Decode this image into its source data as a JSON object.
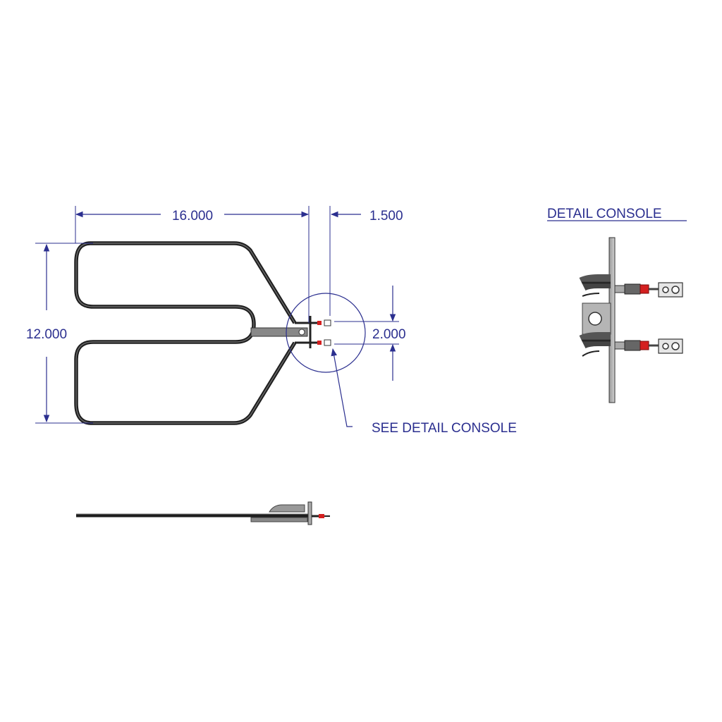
{
  "dimensions": {
    "width_label": "16.000",
    "height_label": "12.000",
    "terminal_offset_label": "1.500",
    "terminal_spacing_label": "2.000"
  },
  "callout": {
    "label": "SEE DETAIL CONSOLE"
  },
  "detail_view": {
    "title": "DETAIL CONSOLE"
  },
  "colors": {
    "dimension": "#2b2f8f",
    "element": "#2a2a2a",
    "terminal_insulator": "#d42020"
  }
}
